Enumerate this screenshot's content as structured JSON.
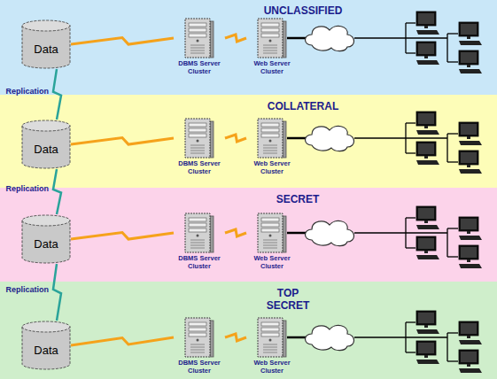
{
  "diagram": {
    "nodes": [
      {
        "text": [
          "UNCLASSIFIED"
        ]
      },
      {
        "text": [
          "Data"
        ],
        "in": 0
      },
      {
        "text": [
          "DBMS Server Cluster"
        ],
        "in": 0
      },
      {
        "text": [
          "Web Server Cluster"
        ],
        "in": 0
      },
      {
        "text": [
          "COLLATERAL"
        ]
      },
      {
        "text": [
          "Data"
        ],
        "in": 4
      },
      {
        "text": [
          "DBMS Server Cluster"
        ],
        "in": 4
      },
      {
        "text": [
          "Web Server Cluster"
        ],
        "in": 4
      },
      {
        "text": [
          "SECRET"
        ]
      },
      {
        "text": [
          "Data"
        ],
        "in": 8
      },
      {
        "text": [
          "DBMS Server Cluster"
        ],
        "in": 8
      },
      {
        "text": [
          "Web Server Cluster"
        ],
        "in": 8
      },
      {
        "text": [
          "TOP SECRET"
        ]
      },
      {
        "text": [
          "Data"
        ],
        "in": 12
      },
      {
        "text": [
          "DBMS Server Cluster"
        ],
        "in": 12
      },
      {
        "text": [
          "Web Server Cluster"
        ],
        "in": 12
      }
    ],
    "edges": [
      {
        "from": 1,
        "to": 2,
        "arrow": "none"
      },
      {
        "from": 2,
        "to": 3,
        "arrow": "none"
      },
      {
        "from": 5,
        "to": 6,
        "arrow": "none"
      },
      {
        "from": 6,
        "to": 7,
        "arrow": "none"
      },
      {
        "from": 9,
        "to": 10,
        "arrow": "none"
      },
      {
        "from": 10,
        "to": 11,
        "arrow": "none"
      },
      {
        "from": 13,
        "to": 14,
        "arrow": "none"
      },
      {
        "from": 14,
        "to": 15,
        "arrow": "none"
      },
      {
        "from": 1,
        "to": 5,
        "label": "Replication",
        "arrow": "none"
      },
      {
        "from": 5,
        "to": 9,
        "label": "Replication",
        "arrow": "none"
      },
      {
        "from": 9,
        "to": 13,
        "label": "Replication",
        "arrow": "none"
      }
    ]
  }
}
